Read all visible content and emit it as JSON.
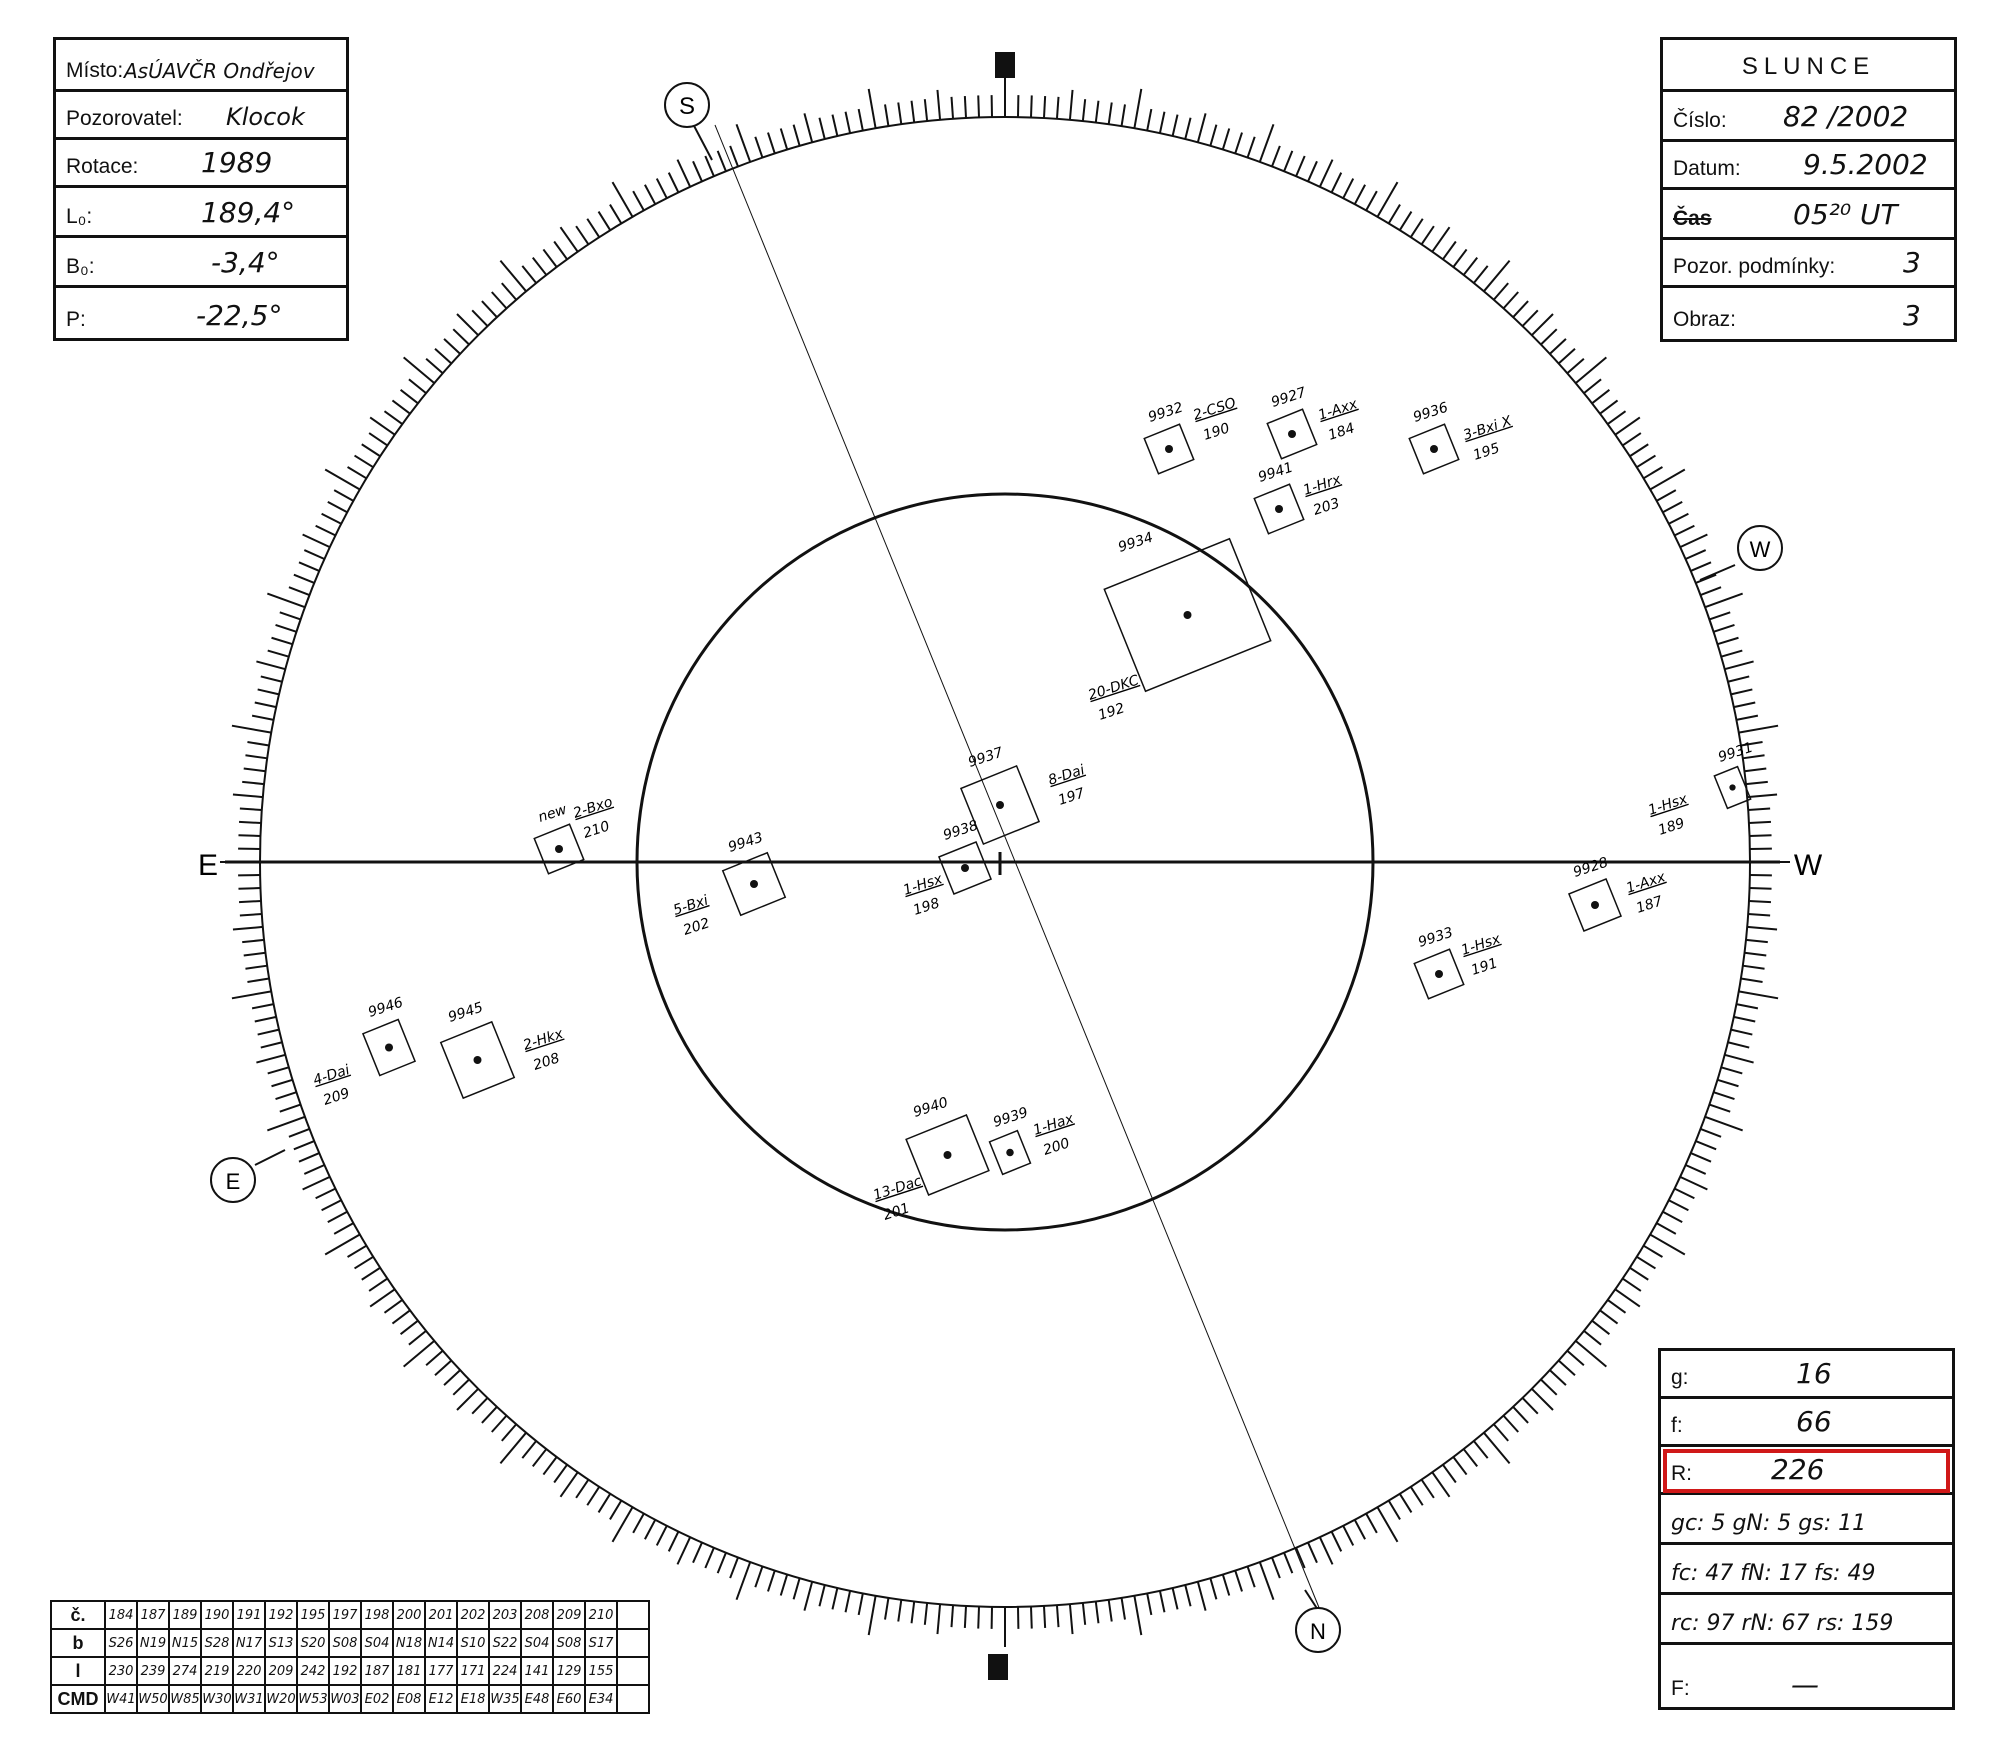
{
  "header_left": {
    "misto_label": "Místo:",
    "misto_value": "AsÚAVČR Ondřejov",
    "pozorovatel_label": "Pozorovatel:",
    "pozorovatel_value": "Klocok",
    "rotace_label": "Rotace:",
    "rotace_value": "1989",
    "l0_label": "L₀:",
    "l0_value": "189,4°",
    "b0_label": "B₀:",
    "b0_value": "-3,4°",
    "p_label": "P:",
    "p_value": "-22,5°"
  },
  "header_right": {
    "title": "SLUNCE",
    "cislo_label": "Číslo:",
    "cislo_value": "82 /2002",
    "datum_label": "Datum:",
    "datum_value": "9.5.2002",
    "cas_label": "Čas",
    "cas_value": "05²⁰ UT",
    "podminky_label": "Pozor. podmínky:",
    "podminky_value": "3",
    "obraz_label": "Obraz:",
    "obraz_value": "3"
  },
  "summary": {
    "g_label": "g:",
    "g_value": "16",
    "f_label": "f:",
    "f_value": "66",
    "r_label": "R:",
    "r_value": "226",
    "g_row": "gc: 5  gN: 5  gs: 11",
    "f_row": "fc: 47  fN: 17  fs: 49",
    "r_row": "rc: 97  rN: 67  rs: 159",
    "F_label": "F:",
    "F_value": "—"
  },
  "compass": {
    "top_left": "S",
    "right_top": "W",
    "left_bottom": "E",
    "bottom_right": "N",
    "west": "W",
    "east": "E"
  },
  "groups": [
    {
      "num": "9932",
      "cls": "2-CSO",
      "sub": "190"
    },
    {
      "num": "9927",
      "cls": "1-Axx",
      "sub": "184"
    },
    {
      "num": "9936",
      "cls": "3-Bxi X",
      "sub": "195"
    },
    {
      "num": "9941",
      "cls": "1-Hrx",
      "sub": "203"
    },
    {
      "num": "9934",
      "cls": "20-DKC",
      "sub": "192"
    },
    {
      "num": "9937",
      "cls": "8-Dai",
      "sub": "197"
    },
    {
      "num": "9931",
      "cls": "1-Hsx",
      "sub": "189"
    },
    {
      "num": "new",
      "cls": "2-Bxo",
      "sub": "210"
    },
    {
      "num": "9943",
      "cls": "5-Bxi",
      "sub": "202"
    },
    {
      "num": "9938",
      "cls": "1-Hsx",
      "sub": "198"
    },
    {
      "num": "9928",
      "cls": "1-Axx",
      "sub": "187"
    },
    {
      "num": "9933",
      "cls": "1-Hsx",
      "sub": "191"
    },
    {
      "num": "9946",
      "cls": "4-Dai",
      "sub": "209"
    },
    {
      "num": "9945",
      "cls": "2-Hkx",
      "sub": "208"
    },
    {
      "num": "9940",
      "cls": "13-Dac",
      "sub": "201"
    },
    {
      "num": "9939",
      "cls": "1-Hax",
      "sub": "200"
    }
  ],
  "cmd_table": {
    "row_labels": [
      "č.",
      "b",
      "l",
      "CMD"
    ],
    "c": [
      "184",
      "187",
      "189",
      "190",
      "191",
      "192",
      "195",
      "197",
      "198",
      "200",
      "201",
      "202",
      "203",
      "208",
      "209",
      "210"
    ],
    "b": [
      "S26",
      "N19",
      "N15",
      "S28",
      "N17",
      "S13",
      "S20",
      "S08",
      "S04",
      "N18",
      "N14",
      "S10",
      "S22",
      "S04",
      "S08",
      "S17"
    ],
    "l": [
      "230",
      "239",
      "274",
      "219",
      "220",
      "209",
      "242",
      "192",
      "187",
      "181",
      "177",
      "171",
      "224",
      "141",
      "129",
      "155"
    ],
    "cmd": [
      "W41",
      "W50",
      "W85",
      "W30",
      "W31",
      "W20",
      "W53",
      "W03",
      "E02",
      "E08",
      "E12",
      "E18",
      "W35",
      "E48",
      "E60",
      "E34"
    ]
  }
}
